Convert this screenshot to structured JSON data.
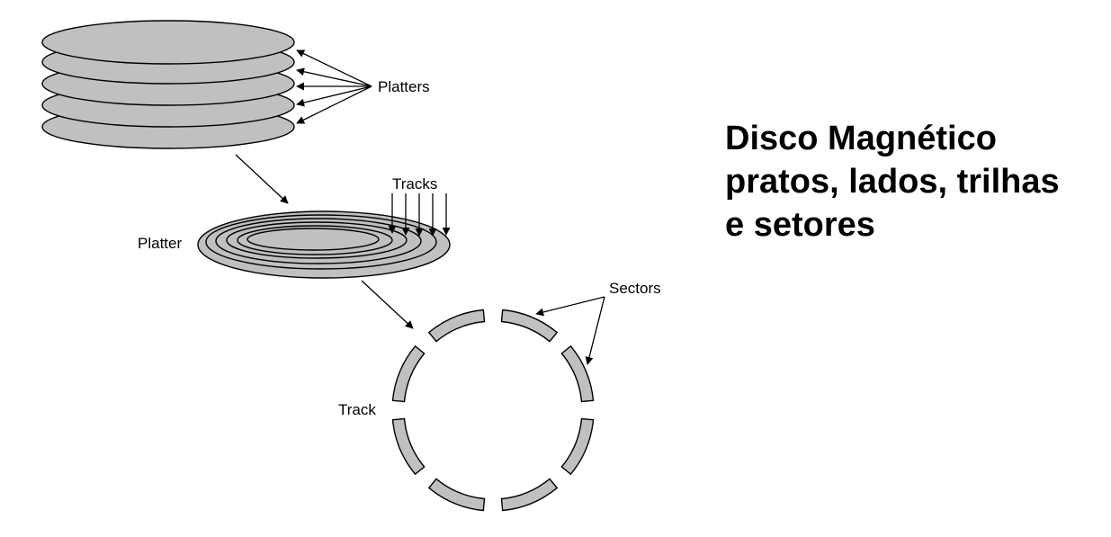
{
  "labels": {
    "platters": "Platters",
    "tracks": "Tracks",
    "platter": "Platter",
    "sectors": "Sectors",
    "track": "Track"
  },
  "title": {
    "line1": "Disco Magnético",
    "line2": "pratos, lados, trilhas",
    "line3": "e setores"
  },
  "colors": {
    "fill": "#c0c0c0",
    "stroke": "#000000",
    "text": "#000000"
  }
}
